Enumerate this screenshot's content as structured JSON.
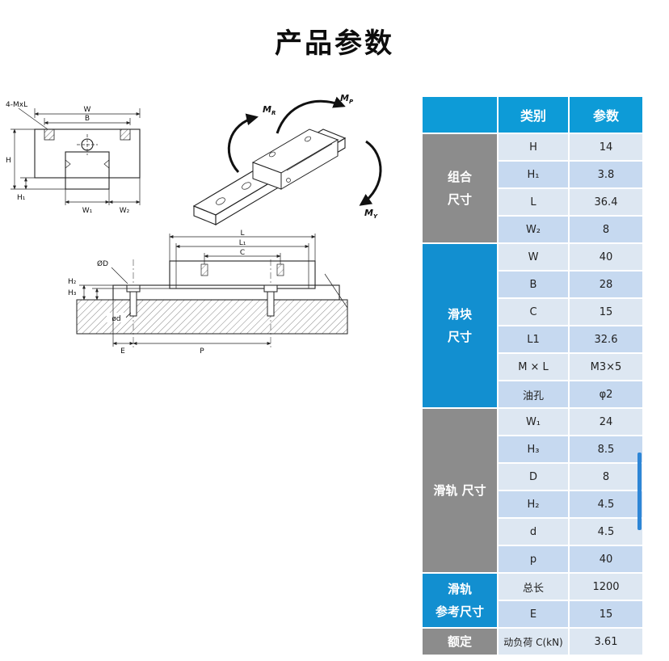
{
  "title": "产品参数",
  "table": {
    "header": {
      "category": "类别",
      "parameter": "参数"
    },
    "groups": [
      {
        "label": "组合\n尺寸"
      },
      {
        "label": "滑块\n尺寸"
      },
      {
        "label": "滑轨 尺寸"
      },
      {
        "label": "滑轨\n参考尺寸"
      },
      {
        "label": "额定"
      }
    ],
    "rows": [
      {
        "param": "H",
        "value": "14"
      },
      {
        "param": "H₁",
        "value": "3.8"
      },
      {
        "param": "L",
        "value": "36.4"
      },
      {
        "param": "W₂",
        "value": "8"
      },
      {
        "param": "W",
        "value": "40"
      },
      {
        "param": "B",
        "value": "28"
      },
      {
        "param": "C",
        "value": "15"
      },
      {
        "param": "L1",
        "value": "32.6"
      },
      {
        "param": "M × L",
        "value": "M3×5"
      },
      {
        "param": "油孔",
        "value": "φ2"
      },
      {
        "param": "W₁",
        "value": "24"
      },
      {
        "param": "H₃",
        "value": "8.5"
      },
      {
        "param": "D",
        "value": "8"
      },
      {
        "param": "H₂",
        "value": "4.5"
      },
      {
        "param": "d",
        "value": "4.5"
      },
      {
        "param": "p",
        "value": "40"
      },
      {
        "param": "总长",
        "value": "1200"
      },
      {
        "param": "E",
        "value": "15"
      },
      {
        "param": "动负荷 C(kN)",
        "value": "3.61"
      }
    ]
  },
  "diagrams": {
    "front": {
      "w": "W",
      "b": "B",
      "mxl": "4-MxL",
      "h": "H",
      "h1": "H₁",
      "w1": "W₁",
      "w2": "W₂"
    },
    "iso": {
      "m": "M",
      "r": "R",
      "p": "P",
      "y": "Y"
    },
    "section": {
      "l": "L",
      "l1": "L₁",
      "c": "C",
      "od": "ØD",
      "h2": "H₂",
      "h3": "H₃",
      "odl": "ød",
      "e": "E",
      "p": "P"
    }
  },
  "colors": {
    "header_blue": "#0d9bd7",
    "group_blue": "#128fd0",
    "group_gray": "#8c8c8c",
    "row_light": "#dde7f2",
    "row_dark": "#c6d9f0",
    "scrollbar": "#2e86d6"
  }
}
